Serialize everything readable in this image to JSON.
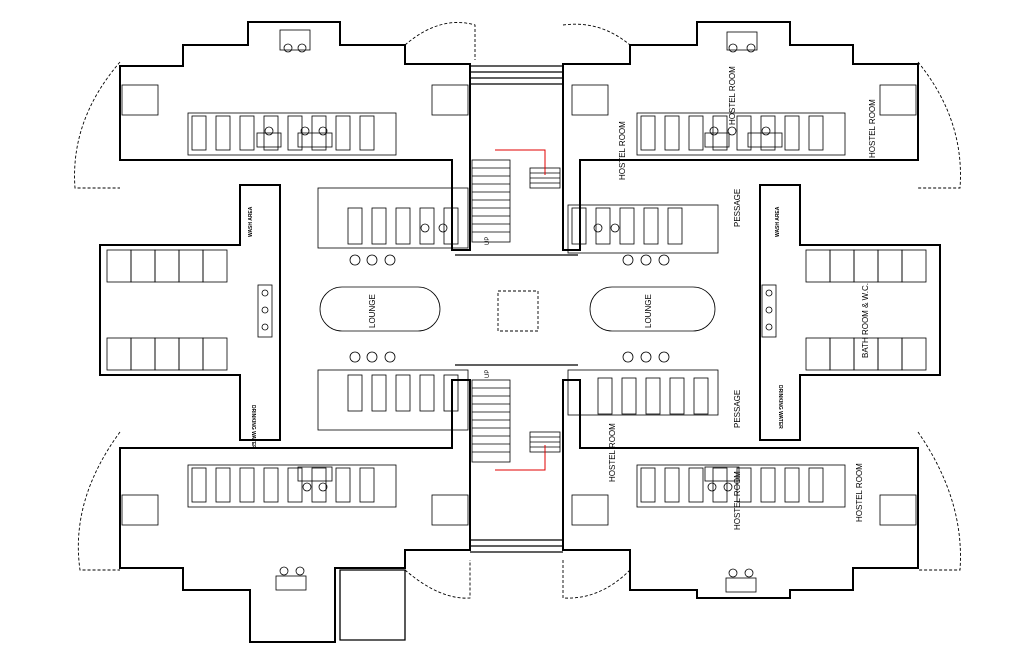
{
  "plan": {
    "labels": {
      "hostel_room": "HOSTEL ROOM",
      "lounge": "LOUNGE",
      "pessage": "PESSAGE",
      "wash_area": "WASH AREA",
      "drinking_water": "DRINKING WATER",
      "bath_wc": "BATH ROOM & W.C.",
      "up": "UP"
    }
  }
}
